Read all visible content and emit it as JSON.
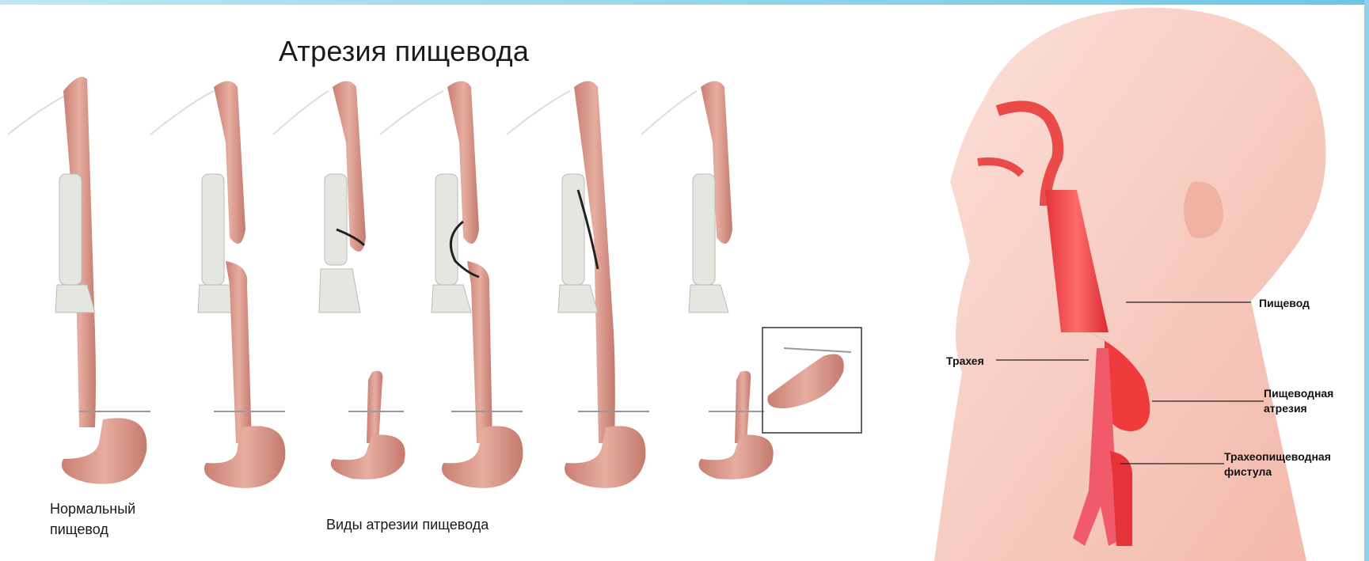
{
  "title": "Атрезия пищевода",
  "captions": {
    "normal": "Нормальный\nпищевод",
    "types": "Виды атрезии пищевода"
  },
  "labels": {
    "esophagus": "Пищевод",
    "trachea": "Трахея",
    "atresia": "Пищеводная\nатрезия",
    "fistula": "Трахеопищеводная\nфистула"
  },
  "colors": {
    "esophagus_tissue": "#d9978a",
    "trachea_cartilage": "#e6e6e0",
    "head_skin": "#f6c9bd",
    "anatomy_red": "#ef3b3b",
    "frame_accent": "#6cc6e3"
  }
}
